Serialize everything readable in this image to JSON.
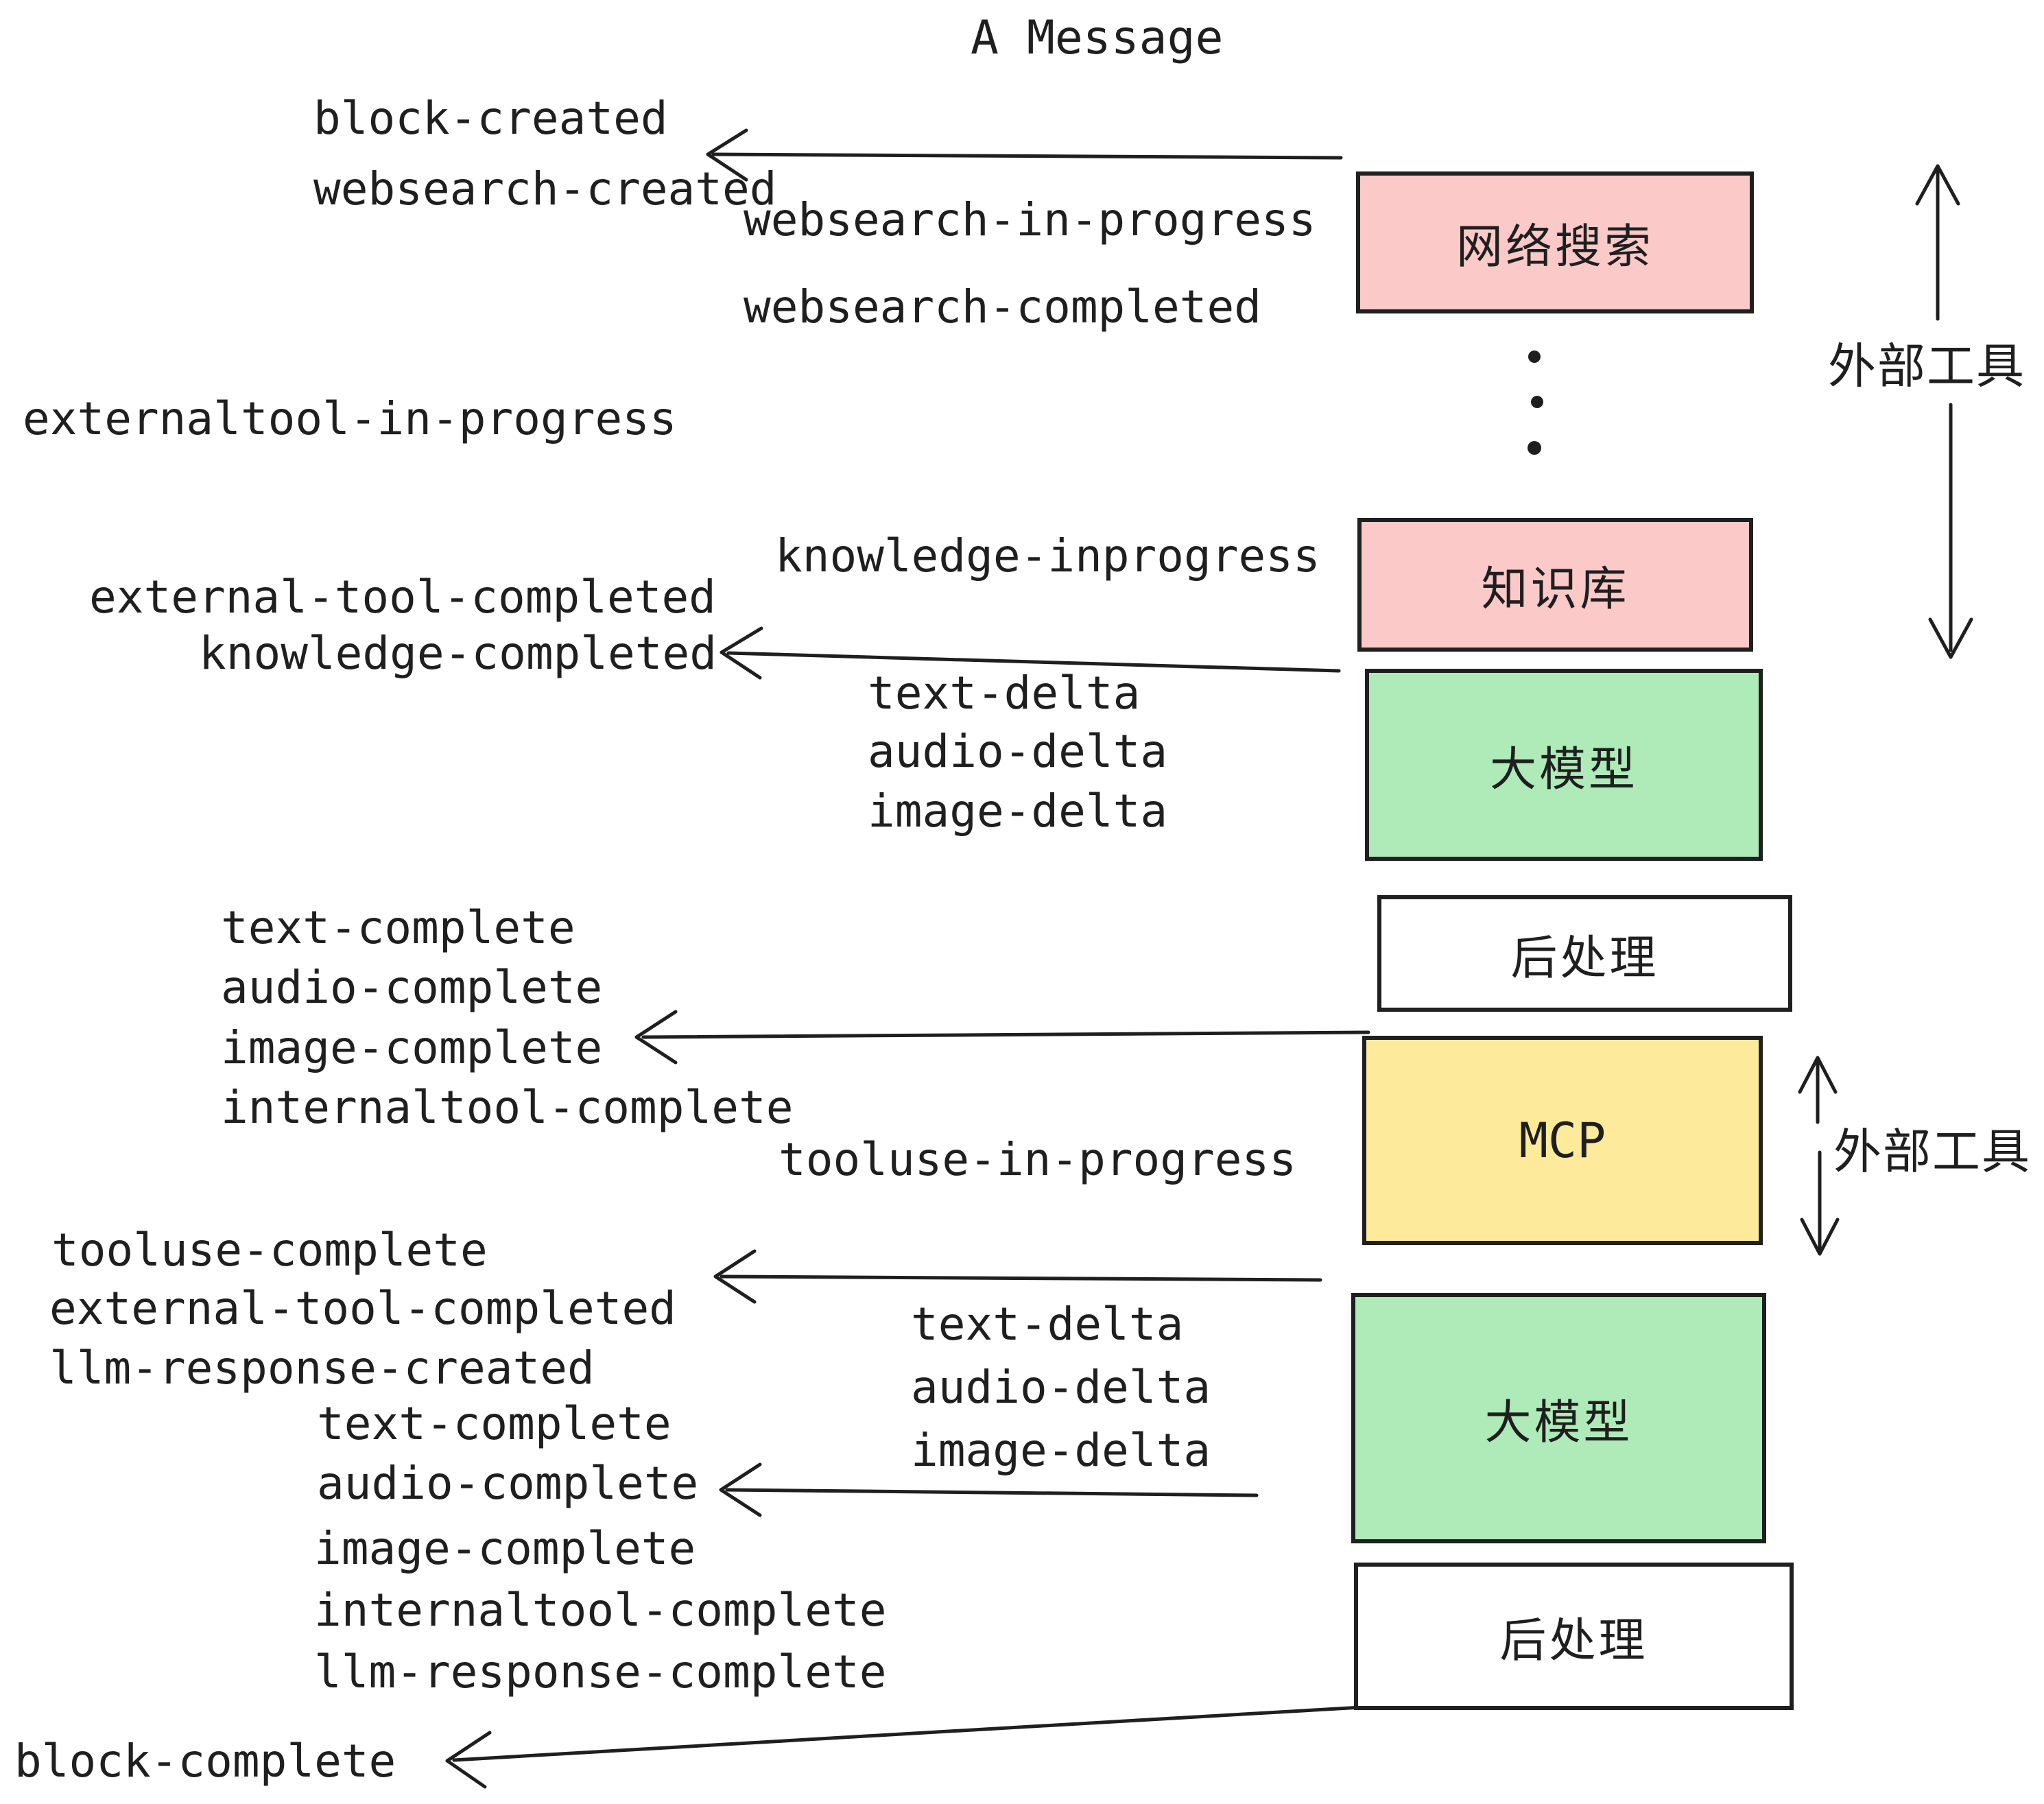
{
  "title": "A Message",
  "colors": {
    "pink": "#fcc9c9",
    "green": "#aeebb8",
    "yellow": "#fdeb9b",
    "white": "#ffffff",
    "stroke": "#1f1f1f"
  },
  "boxes": [
    {
      "id": "websearch",
      "label": "网络搜索",
      "color": "pink"
    },
    {
      "id": "knowledge",
      "label": "知识库",
      "color": "pink"
    },
    {
      "id": "llm-top",
      "label": "大模型",
      "color": "green"
    },
    {
      "id": "post-top",
      "label": "后处理",
      "color": "white"
    },
    {
      "id": "mcp",
      "label": "MCP",
      "color": "yellow"
    },
    {
      "id": "llm-bottom",
      "label": "大模型",
      "color": "green"
    },
    {
      "id": "post-bottom",
      "label": "后处理",
      "color": "white"
    }
  ],
  "side_labels": {
    "top": "外部工具",
    "bottom": "外部工具"
  },
  "events": {
    "block_created": "block-created",
    "websearch_created": "websearch-created",
    "websearch_in_progress": "websearch-in-progress",
    "websearch_completed": "websearch-completed",
    "externaltool_in_progress": "externaltool-in-progress",
    "knowledge_inprogress": "knowledge-inprogress",
    "external_tool_completed": "external-tool-completed",
    "knowledge_completed": "knowledge-completed",
    "text_delta": "text-delta",
    "audio_delta": "audio-delta",
    "image_delta": "image-delta",
    "text_complete": "text-complete",
    "audio_complete": "audio-complete",
    "image_complete": "image-complete",
    "internaltool_complete": "internaltool-complete",
    "tooluse_in_progress": "tooluse-in-progress",
    "tooluse_complete": "tooluse-complete",
    "llm_response_created": "llm-response-created",
    "llm_response_complete": "llm-response-complete",
    "block_complete": "block-complete"
  }
}
